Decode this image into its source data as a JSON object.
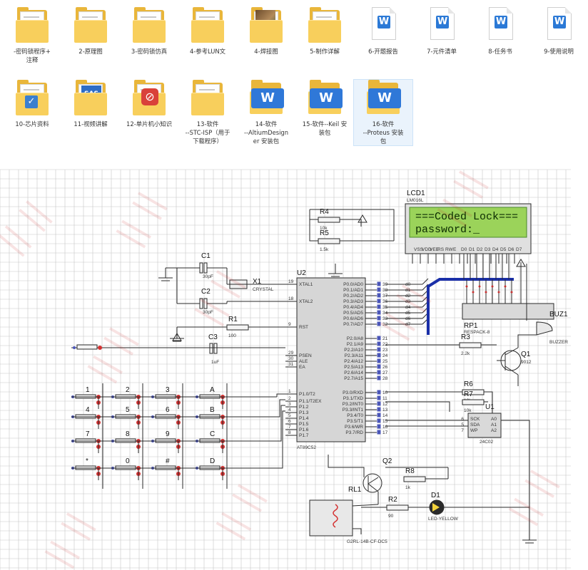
{
  "files": [
    {
      "kind": "folder",
      "label": "-密码锁程序+\n注释"
    },
    {
      "kind": "folder",
      "label": "2-原理图"
    },
    {
      "kind": "folder",
      "label": "3-密码锁仿真"
    },
    {
      "kind": "folder",
      "label": "4-参考LUN文"
    },
    {
      "kind": "folder-photo",
      "label": "4-焊接图"
    },
    {
      "kind": "folder",
      "label": "5-制作详解"
    },
    {
      "kind": "word",
      "label": "6-开题报告"
    },
    {
      "kind": "word",
      "label": "7-元件清单"
    },
    {
      "kind": "word",
      "label": "8-任务书"
    },
    {
      "kind": "word",
      "label": "9-使用说明"
    },
    {
      "kind": "folder-doc",
      "label": "10-芯片资料"
    },
    {
      "kind": "folder-video",
      "label": "11-视频讲解"
    },
    {
      "kind": "folder-pdf",
      "label": "12-单片机小知识"
    },
    {
      "kind": "folder",
      "label": "13-软件\n--STC-ISP（用于\n下载程序）"
    },
    {
      "kind": "word-badge",
      "label": "14-软件\n--AltiumDesign\ner 安装包"
    },
    {
      "kind": "word-badge",
      "label": "15-软件--Keil 安\n装包"
    },
    {
      "kind": "word-badge",
      "label": "16-软件\n--Proteus 安装\n包",
      "selected": true
    }
  ],
  "schematic": {
    "mcu": {
      "ref": "U2",
      "name": "AT89C52",
      "left_pins": [
        {
          "num": "19",
          "name": "XTAL1"
        },
        {
          "num": "18",
          "name": "XTAL2"
        },
        {
          "num": "9",
          "name": "RST"
        },
        {
          "num": "29",
          "name": "PSEN"
        },
        {
          "num": "30",
          "name": "ALE"
        },
        {
          "num": "31",
          "name": "EA"
        },
        {
          "num": "1",
          "name": "P1.0/T2"
        },
        {
          "num": "2",
          "name": "P1.1/T2EX"
        },
        {
          "num": "3",
          "name": "P1.2"
        },
        {
          "num": "4",
          "name": "P1.3"
        },
        {
          "num": "5",
          "name": "P1.4"
        },
        {
          "num": "6",
          "name": "P1.5"
        },
        {
          "num": "7",
          "name": "P1.6"
        },
        {
          "num": "8",
          "name": "P1.7"
        }
      ],
      "right_pins": [
        {
          "num": "39",
          "name": "P0.0/AD0"
        },
        {
          "num": "38",
          "name": "P0.1/AD1"
        },
        {
          "num": "37",
          "name": "P0.2/AD2"
        },
        {
          "num": "36",
          "name": "P0.3/AD3"
        },
        {
          "num": "35",
          "name": "P0.4/AD4"
        },
        {
          "num": "34",
          "name": "P0.5/AD5"
        },
        {
          "num": "33",
          "name": "P0.6/AD6"
        },
        {
          "num": "32",
          "name": "P0.7/AD7"
        },
        {
          "num": "21",
          "name": "P2.0/A8"
        },
        {
          "num": "22",
          "name": "P2.1/A9"
        },
        {
          "num": "23",
          "name": "P2.2/A10"
        },
        {
          "num": "24",
          "name": "P2.3/A11"
        },
        {
          "num": "25",
          "name": "P2.4/A12"
        },
        {
          "num": "26",
          "name": "P2.5/A13"
        },
        {
          "num": "27",
          "name": "P2.6/A14"
        },
        {
          "num": "28",
          "name": "P2.7/A15"
        },
        {
          "num": "10",
          "name": "P3.0/RXD"
        },
        {
          "num": "11",
          "name": "P3.1/TXD"
        },
        {
          "num": "12",
          "name": "P3.2/INT0"
        },
        {
          "num": "13",
          "name": "P3.3/INT1"
        },
        {
          "num": "14",
          "name": "P3.4/T0"
        },
        {
          "num": "15",
          "name": "P3.5/T1"
        },
        {
          "num": "16",
          "name": "P3.6/WR"
        },
        {
          "num": "17",
          "name": "P3.7/RD"
        }
      ]
    },
    "data_lines": [
      "d0",
      "d1",
      "d2",
      "d3",
      "d4",
      "d5",
      "d6",
      "d7"
    ],
    "lcd": {
      "ref": "LCD1",
      "model": "LM016L",
      "line1": "===Coded Lock===",
      "line2": "password:_",
      "pins": [
        "VSS",
        "VDD",
        "VEE",
        "RS",
        "RW",
        "E",
        "D0",
        "D1",
        "D2",
        "D3",
        "D4",
        "D5",
        "D6",
        "D7"
      ]
    },
    "components": {
      "c1": {
        "ref": "C1",
        "value": "30pF"
      },
      "c2": {
        "ref": "C2",
        "value": "30pF"
      },
      "x1": {
        "ref": "X1",
        "value": "CRYSTAL"
      },
      "r1": {
        "ref": "R1",
        "value": "100"
      },
      "c3": {
        "ref": "C3",
        "value": "1uF"
      },
      "r4": {
        "ref": "R4",
        "value": "10k"
      },
      "r5": {
        "ref": "R5",
        "value": "1.5k"
      },
      "rp1": {
        "ref": "RP1",
        "value": "RESPACK-8"
      },
      "r3": {
        "ref": "R3",
        "value": "2.2k"
      },
      "q1": {
        "ref": "Q1",
        "value": "9012"
      },
      "buz1": {
        "ref": "BUZ1",
        "value": "BUZZER"
      },
      "r6": {
        "ref": "R6",
        "value": "10k"
      },
      "r7": {
        "ref": "R7",
        "value": "10k"
      },
      "u1": {
        "ref": "U1",
        "value": "24C02",
        "pins": [
          "SCK",
          "SDA",
          "WP",
          "A0",
          "A1",
          "A2"
        ],
        "pin_nums": [
          "6",
          "5",
          "7"
        ]
      },
      "q2": {
        "ref": "Q2",
        "value": ""
      },
      "r8": {
        "ref": "R8",
        "value": "1k"
      },
      "rl1": {
        "ref": "RL1",
        "value": "G2RL-14B-CF-DC5"
      },
      "r2": {
        "ref": "R2",
        "value": "90"
      },
      "d1": {
        "ref": "D1",
        "value": "LED-YELLOW"
      }
    },
    "keypad": [
      [
        "1",
        "2",
        "3",
        "A"
      ],
      [
        "4",
        "5",
        "6",
        "B"
      ],
      [
        "7",
        "8",
        "9",
        "C"
      ],
      [
        "*",
        "0",
        "#",
        "D"
      ]
    ]
  },
  "colors": {
    "grid": "#c7c7c7",
    "wire": "#2a2a2a",
    "bus": "#1a2fa8",
    "lcd_bg": "#9bd35a",
    "lcd_frame": "#4a8a2a",
    "chip": "#d6d6d6",
    "button_red": "#d43232",
    "watermark": "#d02828"
  }
}
